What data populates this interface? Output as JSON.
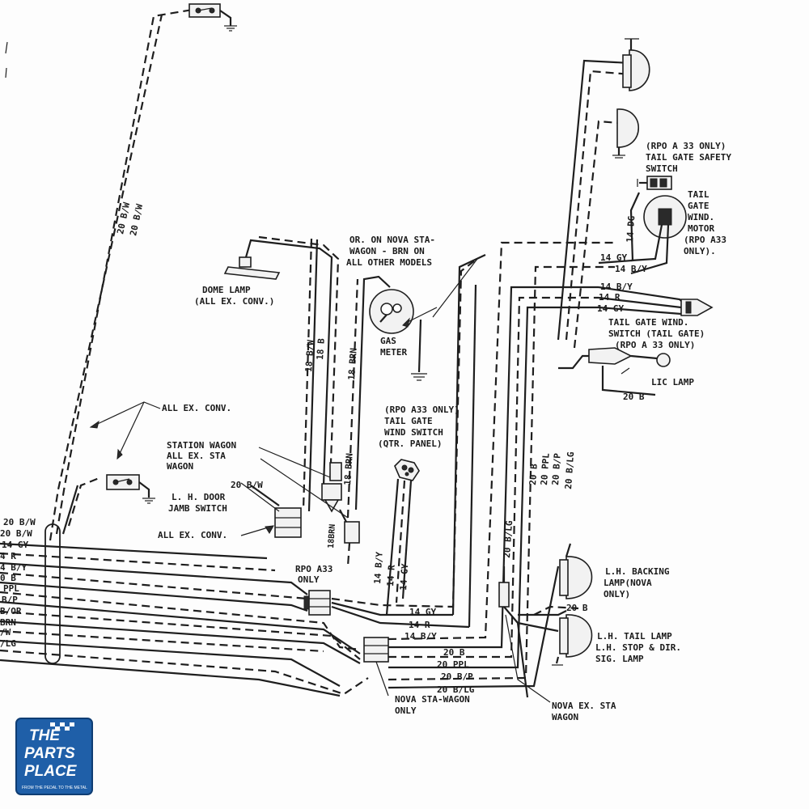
{
  "labels": {
    "all_ex_conv_top": "ALL EX. CONV.",
    "dome_lamp": "DOME LAMP",
    "dome_lamp_sub": "(ALL EX. CONV.)",
    "gas_or": "OR. ON NOVA STA-",
    "gas_or2": "WAGON - BRN ON",
    "gas_or3": "ALL OTHER MODELS",
    "gas_meter1": "GAS",
    "gas_meter2": "METER",
    "station_wagon1": "STATION WAGON",
    "station_wagon2": "ALL EX. STA",
    "station_wagon3": "WAGON",
    "door_jamb1": "L. H. DOOR",
    "door_jamb2": "JAMB SWITCH",
    "all_ex_conv_low": "ALL EX. CONV.",
    "rpo_a33_1": "RPO A33",
    "rpo_a33_2": "ONLY",
    "qtr_1": "(RPO A33 ONLY)",
    "qtr_2": "TAIL GATE",
    "qtr_3": "WIND SWITCH",
    "qtr_4": "(QTR. PANEL)",
    "safety_1": "(RPO A 33 ONLY)",
    "safety_2": "TAIL GATE SAFETY",
    "safety_3": "SWITCH",
    "motor_1": "TAIL",
    "motor_2": "GATE",
    "motor_3": "WIND.",
    "motor_4": "MOTOR",
    "motor_5": "(RPO A33",
    "motor_6": "ONLY).",
    "tg_wind_1": "TAIL GATE WIND.",
    "tg_wind_2": "SWITCH (TAIL GATE)",
    "tg_wind_3": "(RPO A 33 ONLY)",
    "lic_lamp": "LIC LAMP",
    "backing_1": "L.H. BACKING",
    "backing_2": "LAMP(NOVA",
    "backing_3": "ONLY)",
    "tail_1": "L.H. TAIL LAMP",
    "tail_2": "L.H. STOP & DIR.",
    "tail_3": "SIG. LAMP",
    "nova_sta_1": "NOVA STA-WAGON",
    "nova_sta_2": "ONLY",
    "nova_ex_1": "NOVA EX. STA",
    "nova_ex_2": "WAGON"
  },
  "wires": {
    "v_20bw_a": "20 B/W",
    "v_20bw_b": "20 B/W",
    "v_18bw": "18 B/W",
    "v_18b": "18 B",
    "v_18brn": "18 BRN",
    "v_18brn_b": "18 BRN",
    "v_18brn_c": "18BRN",
    "v_20bw_h": "20 B/W",
    "v_14dg": "14 DG",
    "r_14gy_1": "14 GY",
    "r_14by_1": "14 B/Y",
    "r_14by_2": "14 B/Y",
    "r_14r_2": "14 R",
    "r_14gy_2": "14 GY",
    "lic_20b": "20 B",
    "v_20b": "20 B",
    "v_20ppl": "20 PPL",
    "v_20bp": "20 B/P",
    "v_20blg": "20 B/LG",
    "v_20blg_2": "20 B/LG",
    "tail_20b": "20 B",
    "v_14by": "14 B/Y",
    "v_14r": "14 R",
    "v_14gy": "14 GY",
    "c_14gy": "14 GY",
    "c_14r": "14 R",
    "c_14by": "14 B/Y",
    "b_20b": "20 B",
    "b_20ppl": "20 PPL",
    "b_20bp": "20 B/P",
    "b_20blg": "20 B/LG",
    "left": [
      "20 B/W",
      "20 B/W",
      "14 GY",
      "4 R",
      "4 B/Y",
      "0 B",
      "PPL",
      "B/P",
      "B/OR",
      "BRN",
      "/W",
      "/LG"
    ]
  },
  "brand": {
    "line1": "THE",
    "line2": "PARTS",
    "line3": "PLACE",
    "tagline": "FROM THE PEDAL TO THE METAL",
    "color": "#1f5fa8"
  }
}
